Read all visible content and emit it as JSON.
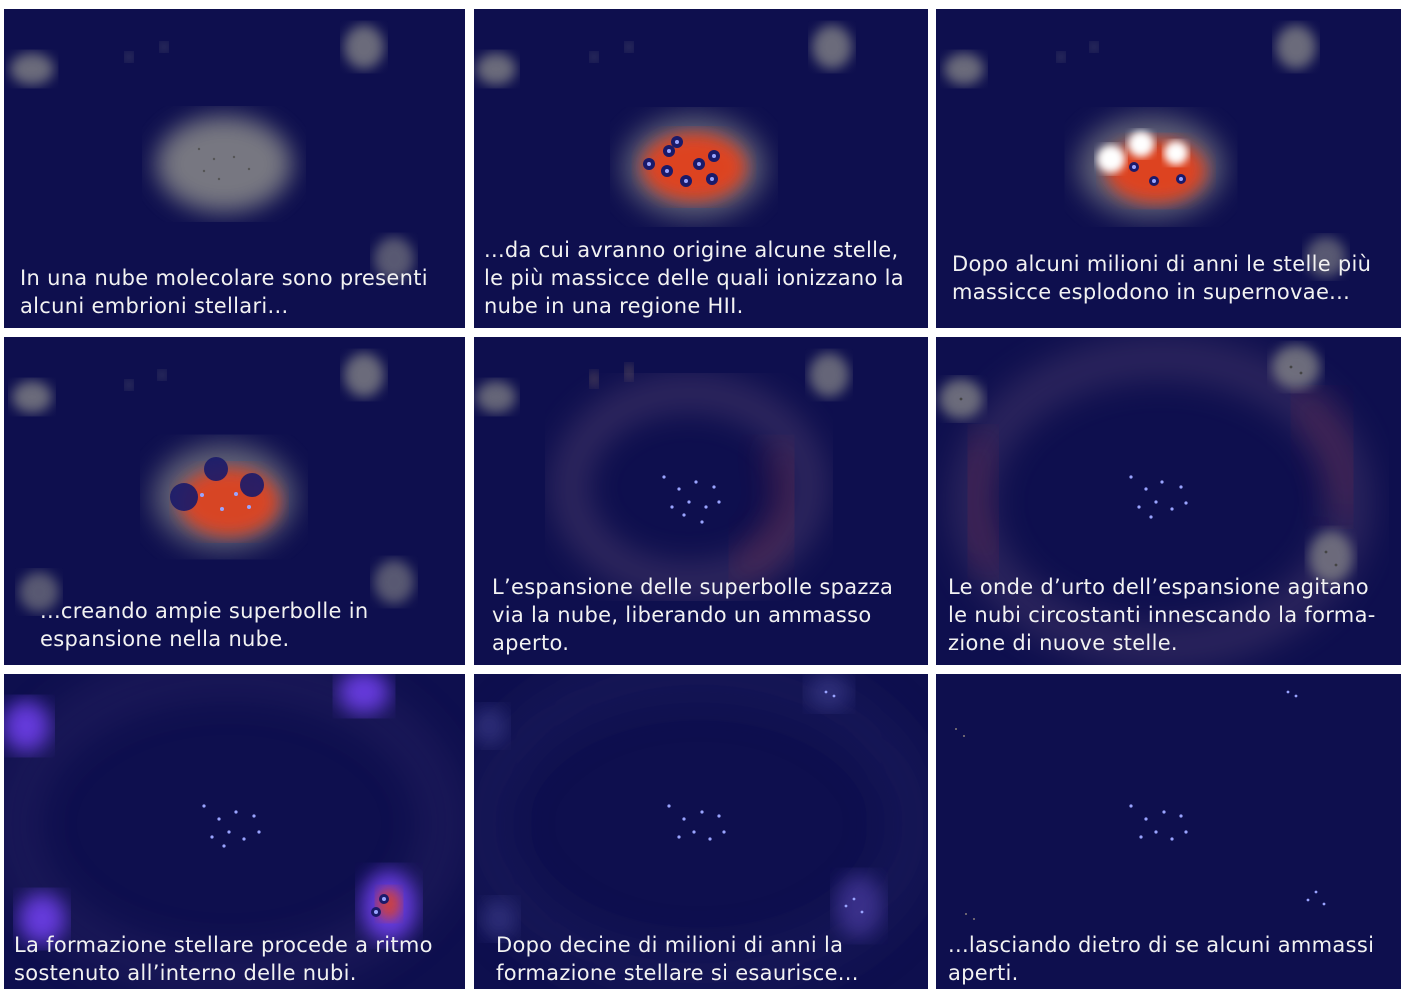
{
  "colors": {
    "background": "#0e0f4e",
    "cloud": "#8a8a8a",
    "hii_region": "#e4431a",
    "young_star": "#9aa4ff",
    "supernova": "#ffffff",
    "new_star_forming_cloud": "#7a44ff",
    "separator": "#ffffff"
  },
  "panels": [
    {
      "id": 1,
      "caption": "In una nube molecolare sono presenti\nalcuni embrioni stellari..."
    },
    {
      "id": 2,
      "caption": "...da cui avranno origine alcune stelle,\nle più massicce delle quali ionizzano la\nnube in una regione HII."
    },
    {
      "id": 3,
      "caption": "Dopo alcuni milioni di anni le stelle più\nmassicce esplodono in supernovae..."
    },
    {
      "id": 4,
      "caption": "...creando ampie superbolle in\nespansione nella nube."
    },
    {
      "id": 5,
      "caption": "L’espansione delle superbolle spazza\nvia la nube, liberando un ammasso\naperto."
    },
    {
      "id": 6,
      "caption": "Le onde d’urto dell’espansione agitano\nle nubi circostanti innescando la forma-\nzione di nuove stelle."
    },
    {
      "id": 7,
      "caption": "La formazione stellare procede a ritmo\nsostenuto all’interno delle nubi."
    },
    {
      "id": 8,
      "caption": "Dopo decine di milioni di anni la\nformazione stellare si esaurisce..."
    },
    {
      "id": 9,
      "caption": "...lasciando dietro di se alcuni ammassi\naperti."
    }
  ]
}
